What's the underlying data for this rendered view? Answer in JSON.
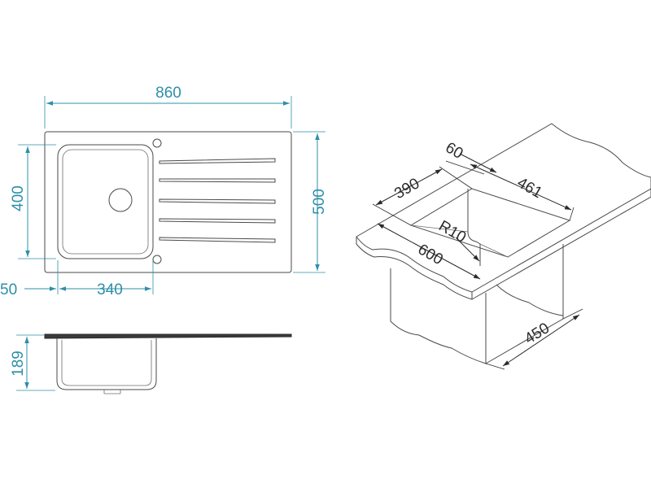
{
  "colors": {
    "dimension": "#2e8fa8",
    "dimension_iso": "#2b2b2b",
    "outline": "#4a4a4a"
  },
  "top_view": {
    "width_label": "860",
    "height_label": "500",
    "bowl_height_label": "400",
    "offset_label": "50",
    "bowl_width_label": "340"
  },
  "side_view": {
    "depth_label": "189"
  },
  "iso_view": {
    "cut_depth_label": "60",
    "bowl_width_label": "390",
    "drainer_label": "461",
    "radius_label": "R10",
    "front_label": "600",
    "cabinet_label": "450"
  }
}
